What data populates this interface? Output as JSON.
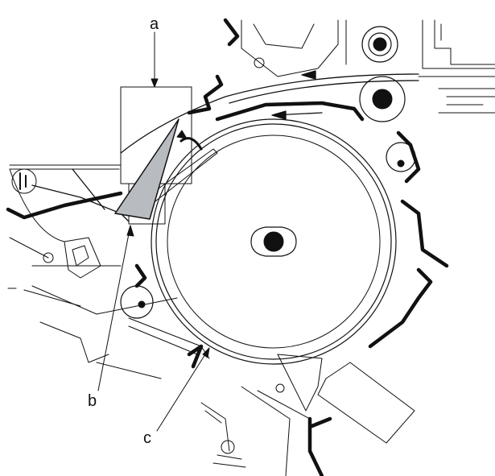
{
  "diagram": {
    "labels": {
      "a": "a",
      "b": "b",
      "c": "c"
    },
    "colors": {
      "line": "#111111",
      "blade": "#b8bcc0",
      "background": "#ffffff"
    }
  }
}
